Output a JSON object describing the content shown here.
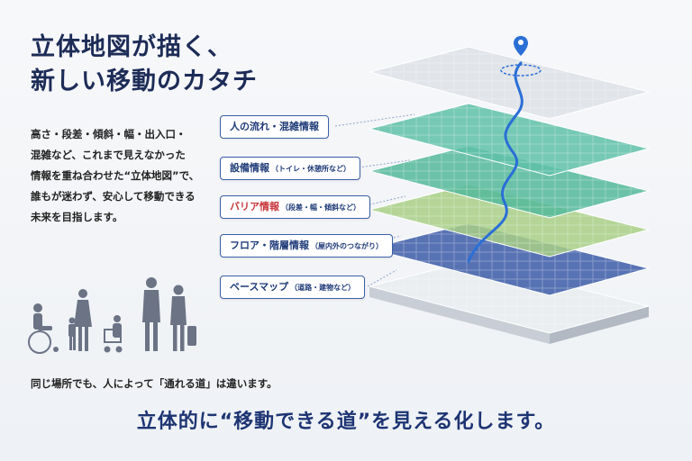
{
  "headline": {
    "line1": "立体地図が描く、",
    "line2": "新しい移動のカタチ"
  },
  "description": [
    "高さ・段差・傾斜・幅・出入口・",
    "混雑など、これまで見えなかった",
    "情報を重ね合わせた“立体地図”で、",
    "誰もが迷わず、安心して移動できる",
    "未来を目指します。"
  ],
  "layers": [
    {
      "main": "人の流れ・混雑情報",
      "sub": "",
      "color": "#5fc1a8"
    },
    {
      "main": "設備情報",
      "sub": "（トイレ・休憩所など）",
      "color": "#53b89a"
    },
    {
      "main": "バリア情報",
      "sub": "（段差・幅・傾斜など）",
      "color": "#a8cf86",
      "warn_color": "#c7353a"
    },
    {
      "main": "フロア・階層情報",
      "sub": "（屋内外のつながり）",
      "color": "#3d5ca8"
    },
    {
      "main": "ベースマップ",
      "sub": "（道路・建物など）",
      "color": "#3c5aa2"
    }
  ],
  "top_map_color": "#dfe3e8",
  "route_color": "#2a6fd6",
  "people_icons": [
    "wheelchair-user-icon",
    "parent-with-child-icon",
    "stroller-user-icon",
    "walking-person-icon",
    "traveler-with-suitcase-icon"
  ],
  "note": "同じ場所でも、人によって「通れる道」は違います。",
  "tagline": "立体的に“移動できる道”を見える化します。"
}
